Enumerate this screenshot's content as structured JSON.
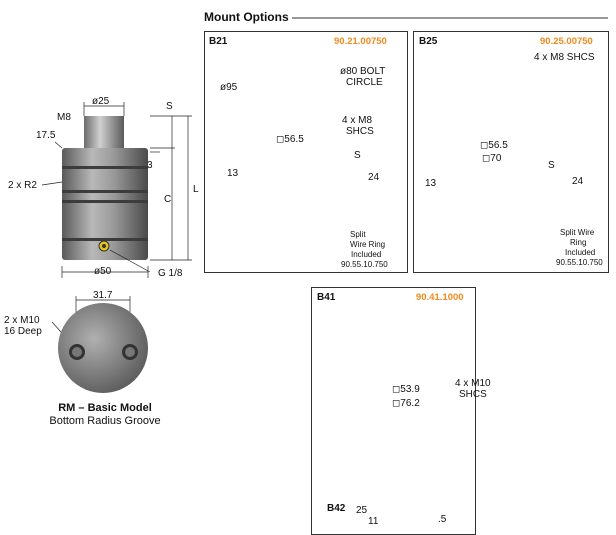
{
  "title": "Mount Options",
  "colors": {
    "accent": "#f08a1d",
    "frame": "#333333",
    "body": "#8a8a8a",
    "ring": "#e07a2a"
  },
  "basic": {
    "dims": {
      "d25": "ø25",
      "m8": "M8",
      "s": "S",
      "d175": "17.5",
      "three": "3",
      "c": "C",
      "l": "L",
      "r2": "2 x R2",
      "d50": "ø50",
      "g18": "G 1/8",
      "d317": "31.7"
    },
    "m10_line1": "2 x M10",
    "m10_line2": "16 Deep",
    "title": "RM – Basic Model",
    "subtitle": "Bottom Radius Groove"
  },
  "b21": {
    "label": "B21",
    "code": "90.21.00750",
    "d95": "ø95",
    "bolt1": "ø80 BOLT",
    "bolt2": "CIRCLE",
    "shcs1": "4 x M8",
    "shcs2": "SHCS",
    "sq565": "◻56.5",
    "s": "S",
    "d13": "13",
    "d24": "24",
    "ring1": "Split",
    "ring2": "Wire Ring",
    "ring3": "Included",
    "ring4": "90.55.10.750"
  },
  "b25": {
    "label": "B25",
    "code": "90.25.00750",
    "shcs": "4 x M8 SHCS",
    "sq565": "◻56.5",
    "sq70": "◻70",
    "s": "S",
    "d13": "13",
    "d24": "24",
    "ring1": "Split Wire",
    "ring2": "Ring",
    "ring3": "Included",
    "ring4": "90.55.10.750"
  },
  "b41": {
    "label": "B41",
    "code": "90.41.1000",
    "sq539": "◻53.9",
    "sq762": "◻76.2",
    "shcs1": "4 x M10",
    "shcs2": "SHCS",
    "b42": "B42",
    "d25": "25",
    "d11": "11",
    "d5": ".5"
  }
}
